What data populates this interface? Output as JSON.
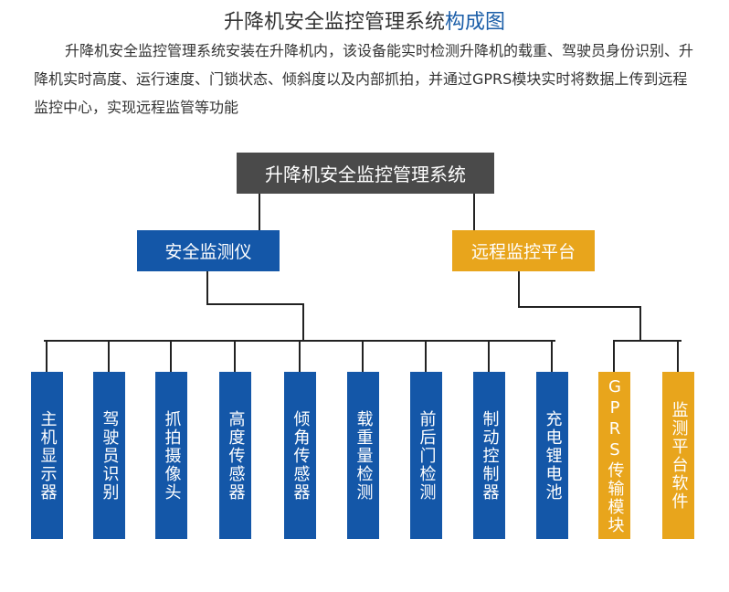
{
  "title": {
    "main": "升降机安全监控管理系统",
    "highlight": "构成图"
  },
  "description": "升降机安全监控管理系统安装在升降机内，该设备能实时检测升降机的载重、驾驶员身份识别、升降机实时高度、运行速度、门锁状态、倾斜度以及内部抓拍，并通过GPRS模块实时将数据上传到远程监控中心，实现远程监管等功能",
  "colors": {
    "root": "#4a4a4a",
    "blue": "#1457a8",
    "orange": "#e8a51c"
  },
  "diagram": {
    "root": "升降机安全监控管理系统",
    "left": {
      "label": "安全监测仪",
      "children": [
        "主机显示器",
        "驾驶员识别",
        "抓拍摄像头",
        "高度传感器",
        "倾角传感器",
        "载重量检测",
        "前后门检测",
        "制动控制器",
        "充电锂电池"
      ]
    },
    "right": {
      "label": "远程监控平台",
      "children": [
        "GPRS传输模块",
        "监测平台软件"
      ]
    }
  }
}
